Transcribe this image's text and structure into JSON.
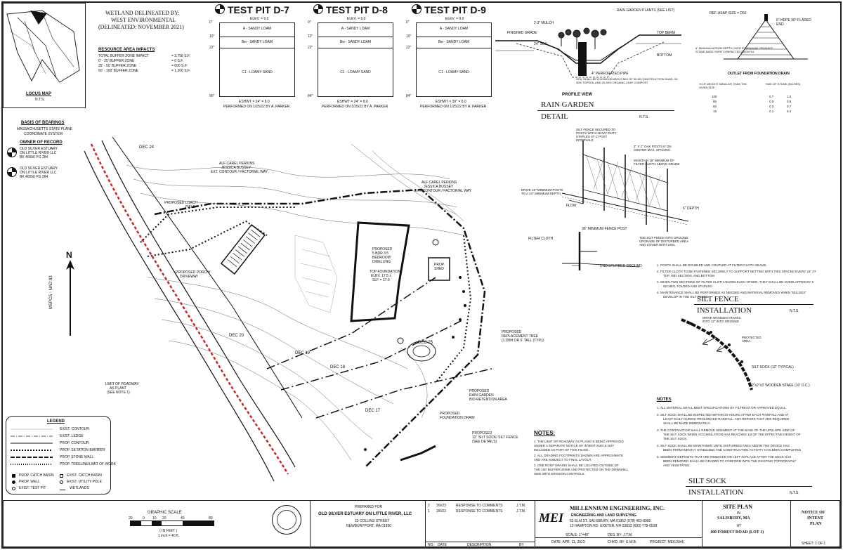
{
  "locus_map": {
    "title": "LOCUS MAP",
    "scale": "N.T.S."
  },
  "wetland": {
    "line1": "WETLAND DELINEATED BY:",
    "line2": "WEST ENVIRONMENTAL",
    "line3": "(DELINEATED: NOVEMBER 2021)"
  },
  "resource_area": {
    "title": "RESOURCE AREA IMPACTS",
    "rows": [
      "TOTAL BUFFER ZONE IMPACT",
      "0' - 25' BUFFER ZONE",
      "25' - 50' BUFFER ZONE",
      "50' - 100' BUFFER ZONE"
    ],
    "values": [
      "= 3,758 S.F.",
      "= 0 S.F.",
      "= 600 S.F.",
      "= 1,200 S.F."
    ]
  },
  "test_pits": [
    {
      "title": "TEST PIT D-7",
      "elev": "ELEV. = 9.0",
      "layers": [
        "A - SANDY LOAM",
        "Bw - SANDY LOAM",
        "C1 - LOAMY SAND"
      ],
      "depths": [
        "0\"",
        "10\"",
        "22\"",
        "90\""
      ],
      "esh": "ESHWT = 24\" = 8.0",
      "performed": "PERFORMED ON 1/25/22 BY A. PARKER"
    },
    {
      "title": "TEST PIT D-8",
      "elev": "ELEV. = 9.0",
      "layers": [
        "A - SANDY LOAM",
        "Bw - SANDY LOAM",
        "C1 - LOAMY SAND"
      ],
      "depths": [
        "0\"",
        "12\"",
        "22\"",
        "84\""
      ],
      "esh": "ESHWT = 24\" = 8.0",
      "performed": "PERFORMED ON 1/25/22 BY A. PARKER"
    },
    {
      "title": "TEST PIT D-9",
      "elev": "ELEV. = 9.0",
      "layers": [
        "A - SANDY LOAM",
        "Bw - SANDY LOAM",
        "C1 - LOAMY SAND"
      ],
      "depths": [
        "0\"",
        "10\"",
        "22\"",
        "84\""
      ],
      "esh": "ESHWT = 30\" = 8.0",
      "performed": "PERFORMED ON 1/25/22 BY A. PARKER"
    }
  ],
  "rain_garden": {
    "profile_label": "PROFILE VIEW",
    "title": "RAIN GARDEN",
    "subtitle": "DETAIL",
    "scale": "N.T.S.",
    "labels": [
      "RAIN GARDEN PLANTS (SEE LIST)",
      "FINISHED GRADE",
      "TOP BERM",
      "BOTTOM",
      "4\" PERFORATED PIPE",
      "SOIL SHALL BE A HOMOGENEOUS MIX OF 50-50 CONSTRUCTION SAND, 20-30% TOPSOIL AND 20-30% ORGANIC LEAF COMPOST",
      "2-3\" MULCH",
      "24\" SOIL"
    ]
  },
  "outlet": {
    "title": "OUTLET FROM FOUNDATION DRAIN",
    "labels": [
      "REF. ASAP SIZE = D50",
      "6\" HDPE 90° FLARED END",
      "6\" MINIMUM APRON DEPTH OVER 8\" MINIMUM CRUSHED STONE BASE OVER COMPACTED BACKFILL"
    ],
    "table_header": [
      "% OF WEIGHT SMALLER THAN THE GIVEN SIZE",
      "SIZE OF STONE (INCHES)"
    ],
    "table_rows": [
      [
        "100",
        "0.7",
        "1.0"
      ],
      [
        "85",
        "0.5",
        "0.8"
      ],
      [
        "50",
        "0.3",
        "0.7"
      ],
      [
        "15",
        "0.1",
        "0.2"
      ]
    ]
  },
  "bearings": {
    "title": "BASIS OF BEARINGS",
    "text1": "MASSACHUSETTS STATE PLANE",
    "text2": "COORDINATE SYSTEM"
  },
  "owners": {
    "title": "OWNER OF RECORD",
    "owner1": [
      "OLD SILVER ESTUARY",
      "ON LITTLE RIVER LLC",
      "BK 46556 PG 284"
    ],
    "owner2": [
      "OLD SILVER ESTUARY",
      "ON LITTLE RIVER LLC",
      "BK 46556 PG 284"
    ]
  },
  "north": {
    "letter": "N",
    "datum": "MSPCS - NAD 83"
  },
  "legend": {
    "title": "LEGEND",
    "items": [
      "EXIST. CONTOUR",
      "EXIST. LEDGE",
      "PROP. CONTOUR",
      "PROP. SILTATION BARRIER",
      "PROP. STONE WALL",
      "PROP. TREELINE/LIMIT OF WORK"
    ],
    "symbols": [
      "PROP. CATCH BASIN",
      "PROP. WELL",
      "EXIST. TEST PIT",
      "EXIST. CATCH BASIN",
      "EXIST. UTILITY POLE",
      "WETLANDS"
    ]
  },
  "site_labels": {
    "dwelling": [
      "PROPOSED",
      "5 BDR 3.5",
      "BEDROOM",
      "DWELLING"
    ],
    "foundation": [
      "TOP FOUNDATION",
      "ELEV. 17.5 ±",
      "SLF = 17.0"
    ],
    "septic": [
      "PROP.",
      "SHED"
    ],
    "loach": [
      "PROPOSED LOACH",
      "FIELD"
    ],
    "porch": [
      "PROPOSED PORCH/",
      "DRIVEWAY"
    ],
    "tree1": [
      "ALF CAREL PERKINS",
      "JESSICA BUSSEY",
      "EXT. CONTOUR / FACTORIAL WAY"
    ],
    "tree2": [
      "ALF CAREL PERKINS",
      "JESSICA BUSSEY",
      "EXT. CONTOUR / FACTORIAL WAY"
    ],
    "replacement": [
      "PROPOSED",
      "REPLACEMENT TREE",
      "(1 DBH OR 6' TALL (TYP.))"
    ],
    "limit": [
      "LIMIT OF ROADWAY",
      "AS PLANT",
      "(SEE NOTE 1)"
    ],
    "raingarden": [
      "PROPOSED",
      "RAIN GARDEN",
      "BIO-RETENTION AREA"
    ],
    "foundation_drain": [
      "PROPOSED",
      "FOUNDATION DRAIN"
    ],
    "silt": [
      "PROPOSED",
      "12\" SILT SOCK/ SILT FENCE",
      "(SEE DETAILS)"
    ],
    "dec": [
      "DEC 20",
      "DEC 19",
      "DEC 18",
      "DEC 17",
      "DEC 24",
      "DEC 25"
    ]
  },
  "notes_center": {
    "title": "NOTES:",
    "lines": [
      "1. THE LIMIT OF ROADWAY AS PLANS IS BEING APPROVED",
      "UNDER A SEPARATE NOTICE OF INTENT AND IS NOT",
      "INCLUDED AS PART OF THIS FILING.",
      "2. ALL GRADING FOOTPRINTS SHOWN ARE APPROXIMATE",
      "AND ARE SUBJECT TO FINAL LAYOUT.",
      "3. ONE ROOF DRAINS SHALL BE LOCATED OUTSIDE OF",
      "THE 100' BUFFER ZONE AND PROTECTED ON THE DOWNHILL",
      "SIDE WITH EROSION CONTROLS."
    ]
  },
  "silt_fence": {
    "title": "SILT FENCE",
    "subtitle": "INSTALLATION",
    "scale": "N.T.S.",
    "labels": [
      "SILT FENCE SECURED TO POSTS WITH HEAVY DUTY STAPLES AT 1' POST INTERVALS",
      "2\" X 2\" OAK POSTS 6' ON CENTER MAX. SPACING",
      "MAINTAIN 18\" MINIMUM OF FILTER CLOTH ABOVE GRADE",
      "DRIVE 18\" MINIMUM POSTS TO A 24\" MINIMUM DEPTH",
      "FLOW",
      "6\" DEPTH",
      "36\" MINIMUM FENCE POST",
      "FILTER CLOTH",
      "UNDISTURBED GROUND",
      "TOE SILT FENCE INTO GROUND UPGRADE OF DISTURBED AREA AND COVER WITH SOIL"
    ],
    "notes": [
      "1. POSTS SHALL BE DOUBLED AND COUPLED AT FILTER CLOTH SEAMS.",
      "2. FILTER CLOTH TO BE FASTENED SECURELY TO SUPPORT NETTING WITH TIES SPACED EVERY 24\" AT",
      "TOP, MID SECTION, AND BOTTOM.",
      "3. WHEN TWO SECTIONS OF FILTER CLOTH ADJOIN EACH OTHER, THEY SHALL BE OVERLAPPED BY 6",
      "INCHES, FOLDED AND STAPLED.",
      "4. MAINTENANCE SHALL BE PERFORMED AS NEEDED AND MATERIAL REMOVED WHEN \"BULGES\"",
      "DEVELOP IN THE SILT FENCE."
    ]
  },
  "silt_sock": {
    "title": "SILT SOCK",
    "subtitle": "INSTALLATION",
    "scale": "N.T.S.",
    "labels": [
      "DRIVE WOODEN STAKES INTO 12\" INTO GROUND",
      "PROTECTED AREA",
      "SILT SOCK (12\" TYPICAL)",
      "2\"x2\"x3' WOODEN STAKE (10' O.C.)"
    ],
    "notes_title": "NOTES",
    "notes": [
      "1. ALL MATERIAL SHALL MEET SPECIFICATIONS BY FILTREXX OR APPROVED EQUAL.",
      "2. SILT SOCK SHALL BE INSPECTED WITHIN 24 HOURS AFTER EACH RAINFALL AND AT",
      "LEAST DAILY DURING PROLONGED RAINFALL. ANY REPAIRS THAT ARE REQUIRED",
      "SHALL BE MADE IMMEDIATELY.",
      "3. THE CONTRACTOR SHALL REMOVE SEDIMENT AT THE BASE OF THE UPSLOPE SIDE OF",
      "THE SILT SOCK WHEN ACCUMULATION HAS REACHED 1/2 OF THE EFFECTIVE HEIGHT OF",
      "THE SILT SOCK.",
      "4. SILT SOCK SHALL BE MAINTAINED UNTIL DISTURBED AREA ABOVE THE DEVICE HAS",
      "BEEN PERMANENTLY STABILIZED AND CONSTRUCTION ACTIVITY HAS BEEN COMPLETED.",
      "5. SEDIMENT DEPOSITS THAT ARE REMOVED OR LEFT IN PLACE AFTER THE SOCK HAS",
      "BEEN REMOVED SHALL BE GRADED TO CONFORM WITH THE EXISTING TOPOGRAPHY",
      "AND VEGETATED."
    ]
  },
  "title_block": {
    "graphic_scale": "GRAPHIC SCALE",
    "scale_ticks": [
      "20",
      "0",
      "10",
      "20",
      "40",
      "80"
    ],
    "scale_unit": "( IN FEET )",
    "scale_ratio": "1 inch = 40 ft.",
    "prepared_for": "PREPARED FOR",
    "client": "OLD SILVER ESTUARY ON LITTLE RIVER, LLC",
    "client_addr1": "23 COLLINS STREET",
    "client_addr2": "NEWBURYPORT, MA 01950",
    "revisions": [
      [
        "2",
        "3/9/23",
        "RESPONSE TO COMMENTS",
        "J.T.M."
      ],
      [
        "1",
        "3/6/23",
        "RESPONSE TO COMMENTS",
        "J.T.M."
      ]
    ],
    "rev_header": [
      "NO.",
      "DATE",
      "DESCRIPTION",
      "BY"
    ],
    "firm_logo": "MEI",
    "firm": "MILLENNIUM ENGINEERING, INC.",
    "firm_sub": "ENGINEERING AND LAND SURVEYING",
    "firm_addr1": "62 ELM ST. SALISBURY, MA 01952   (978) 463-8980",
    "firm_addr2": "13 HAMPTON RD. EXETER, NH 03833 (603) 778-0528",
    "meta": [
      "SCALE: 1\"=40'",
      "DES. BY: J.T.M.",
      "DATE: APR. 11, 2023",
      "CHKD. BY: E.W.B.",
      "PROJECT: MEI13946"
    ],
    "sheet_title": "SITE PLAN",
    "in": "IN",
    "town": "SALISBURY, MA",
    "at": "AT",
    "address": "100 FOREST ROAD (LOT 1)",
    "notice": [
      "NOTICE OF",
      "INTENT",
      "PLAN"
    ],
    "sheet_no": "SHEET: 1 OF 1"
  }
}
